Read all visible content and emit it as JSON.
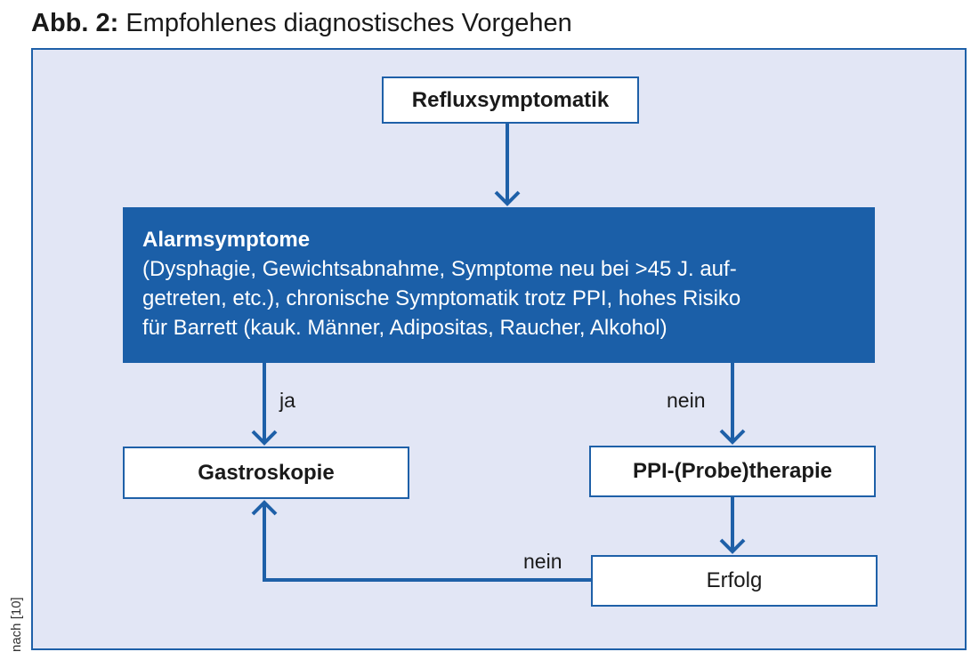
{
  "figure": {
    "label": "Abb. 2:",
    "title": "Empfohlenes diagnostisches Vorgehen"
  },
  "nodes": {
    "reflux": "Refluxsymptomatik",
    "alarm_heading": "Alarmsymptome",
    "alarm_lines": [
      "(Dysphagie, Gewichtsabnahme, Symptome neu bei >45 J. auf-",
      "getreten, etc.), chronische Symptomatik trotz PPI, hohes Risiko",
      "für Barrett (kauk. Männer, Adipositas, Raucher, Alkohol)"
    ],
    "gastroskopie": "Gastroskopie",
    "ppi": "PPI-(Probe)therapie",
    "erfolg": "Erfolg"
  },
  "edges": {
    "yes_label": "ja",
    "no_label": "nein",
    "erfolg_no_label": "nein"
  },
  "source_note": "nach [10]",
  "colors": {
    "accent_blue": "#1e60a8",
    "alarm_fill": "#1b5fa8",
    "panel_background": "#e2e6f5"
  }
}
